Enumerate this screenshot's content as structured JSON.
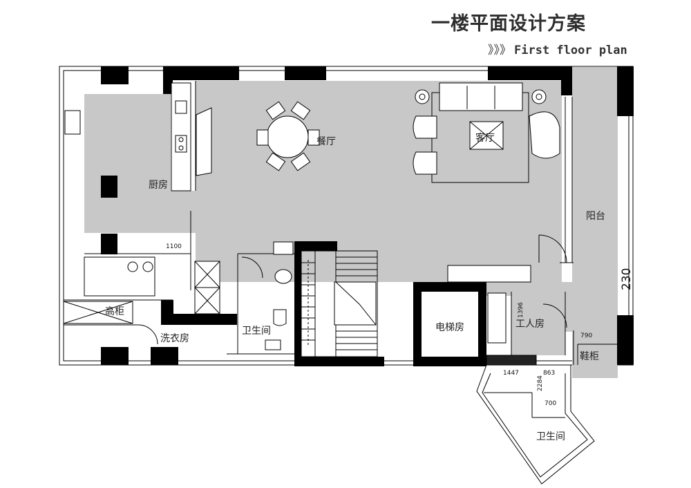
{
  "header": {
    "title": "一楼平面设计方案",
    "subtitle_arrows": "》》》",
    "subtitle": "First floor plan"
  },
  "rooms": {
    "dining": "餐厅",
    "living": "客厅",
    "kitchen": "厨房",
    "balcony": "阳台",
    "tall_cabinet": "高柜",
    "laundry": "洗衣房",
    "bathroom": "卫生间",
    "elevator": "电梯房",
    "servant": "工人房",
    "cabinet": "鞋柜",
    "bathroom2": "卫生间"
  },
  "dimensions": {
    "d1100": "1100",
    "d230": "230",
    "d1396": "1396",
    "d790": "790",
    "d1447": "1447",
    "d863": "863",
    "d2284": "2284",
    "d700": "700"
  },
  "colors": {
    "floor": "#c8c8c8",
    "wall": "#000000",
    "paper": "#ffffff"
  }
}
